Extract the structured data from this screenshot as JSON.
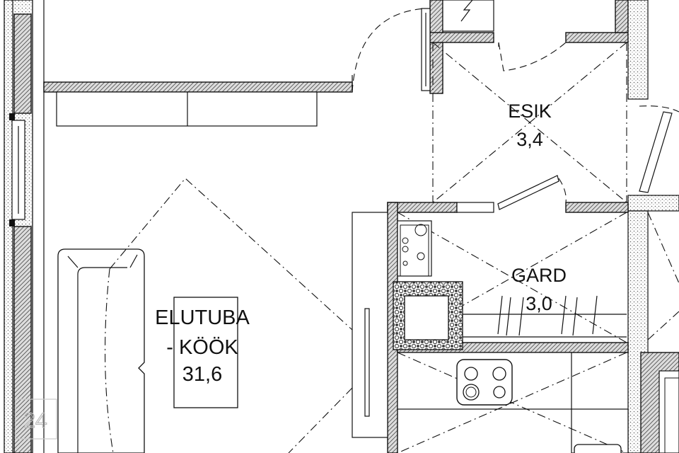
{
  "rooms": [
    {
      "name": "ELUTUBA",
      "name_line2": "- KÖÖK",
      "area": "31,6"
    },
    {
      "name": "ESIK",
      "area": "3,4"
    },
    {
      "name": "GARD",
      "area": "3,0"
    }
  ],
  "watermark": {
    "text": "24"
  }
}
